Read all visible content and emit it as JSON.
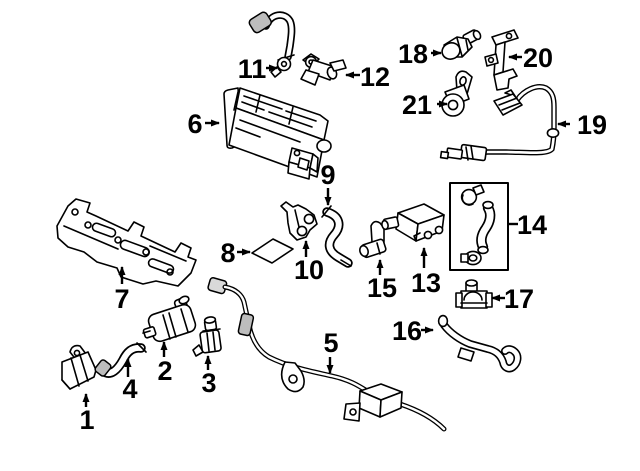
{
  "diagram": {
    "background_color": "#ffffff",
    "line_color": "#000000",
    "sleeve_color": "#bdbdbd",
    "callouts": [
      "1",
      "2",
      "3",
      "4",
      "5",
      "6",
      "7",
      "8",
      "9",
      "10",
      "11",
      "12",
      "13",
      "14",
      "15",
      "16",
      "17",
      "18",
      "19",
      "20",
      "21"
    ]
  }
}
